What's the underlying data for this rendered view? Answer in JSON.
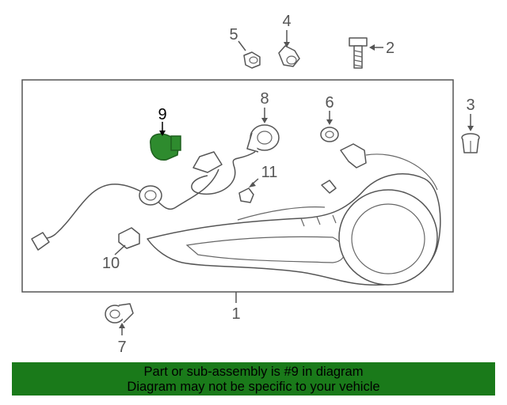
{
  "diagram": {
    "highlight_color": "#2e8b2e",
    "callouts": [
      {
        "id": "1",
        "label": "1"
      },
      {
        "id": "2",
        "label": "2"
      },
      {
        "id": "3",
        "label": "3"
      },
      {
        "id": "4",
        "label": "4"
      },
      {
        "id": "5",
        "label": "5"
      },
      {
        "id": "6",
        "label": "6"
      },
      {
        "id": "7",
        "label": "7"
      },
      {
        "id": "8",
        "label": "8"
      },
      {
        "id": "9",
        "label": "9",
        "highlighted": true
      },
      {
        "id": "10",
        "label": "10"
      },
      {
        "id": "11",
        "label": "11"
      }
    ]
  },
  "banner": {
    "line1": "Part or sub-assembly is #9 in diagram",
    "line2": "Diagram may not be specific to your vehicle",
    "color": "#1a7a1a"
  }
}
